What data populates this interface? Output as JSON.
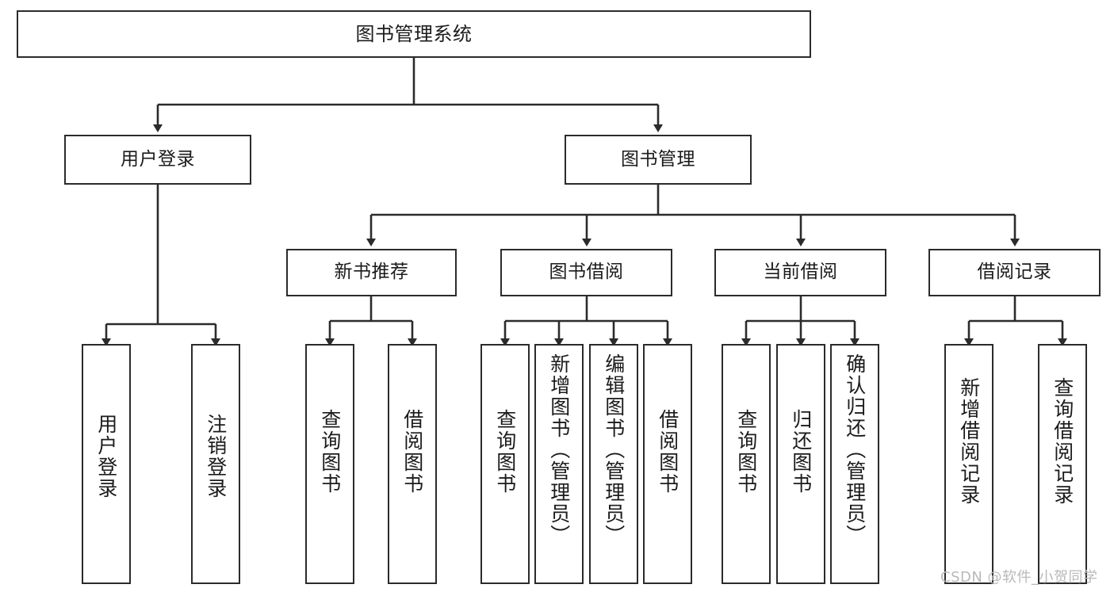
{
  "diagram": {
    "title": "图书管理系统",
    "type": "tree-hierarchy-chart",
    "watermark": "CSDN @软件_小贺同学",
    "colors": {
      "box_border": "#2b2b2b",
      "box_fill": "#ffffff",
      "connector": "#2b2b2b",
      "text": "#1b1b1b",
      "watermark": "#b9b9b9"
    },
    "root": {
      "label": "图书管理系统"
    },
    "level2": [
      {
        "label": "用户登录"
      },
      {
        "label": "图书管理"
      }
    ],
    "level3": [
      {
        "label": "新书推荐"
      },
      {
        "label": "图书借阅"
      },
      {
        "label": "当前借阅"
      },
      {
        "label": "借阅记录"
      }
    ],
    "leaves": {
      "user_login": [
        {
          "label": "用户登录"
        },
        {
          "label": "注销登录"
        }
      ],
      "new_book_recommend": [
        {
          "label": "查询图书"
        },
        {
          "label": "借阅图书"
        }
      ],
      "book_borrow": [
        {
          "label": "查询图书"
        },
        {
          "label": "新增图书（管理员）"
        },
        {
          "label": "编辑图书（管理员）"
        },
        {
          "label": "借阅图书"
        }
      ],
      "current_borrow": [
        {
          "label": "查询图书"
        },
        {
          "label": "归还图书"
        },
        {
          "label": "确认归还（管理员）"
        }
      ],
      "borrow_records": [
        {
          "label": "新增借阅记录"
        },
        {
          "label": "查询借阅记录"
        }
      ]
    }
  }
}
